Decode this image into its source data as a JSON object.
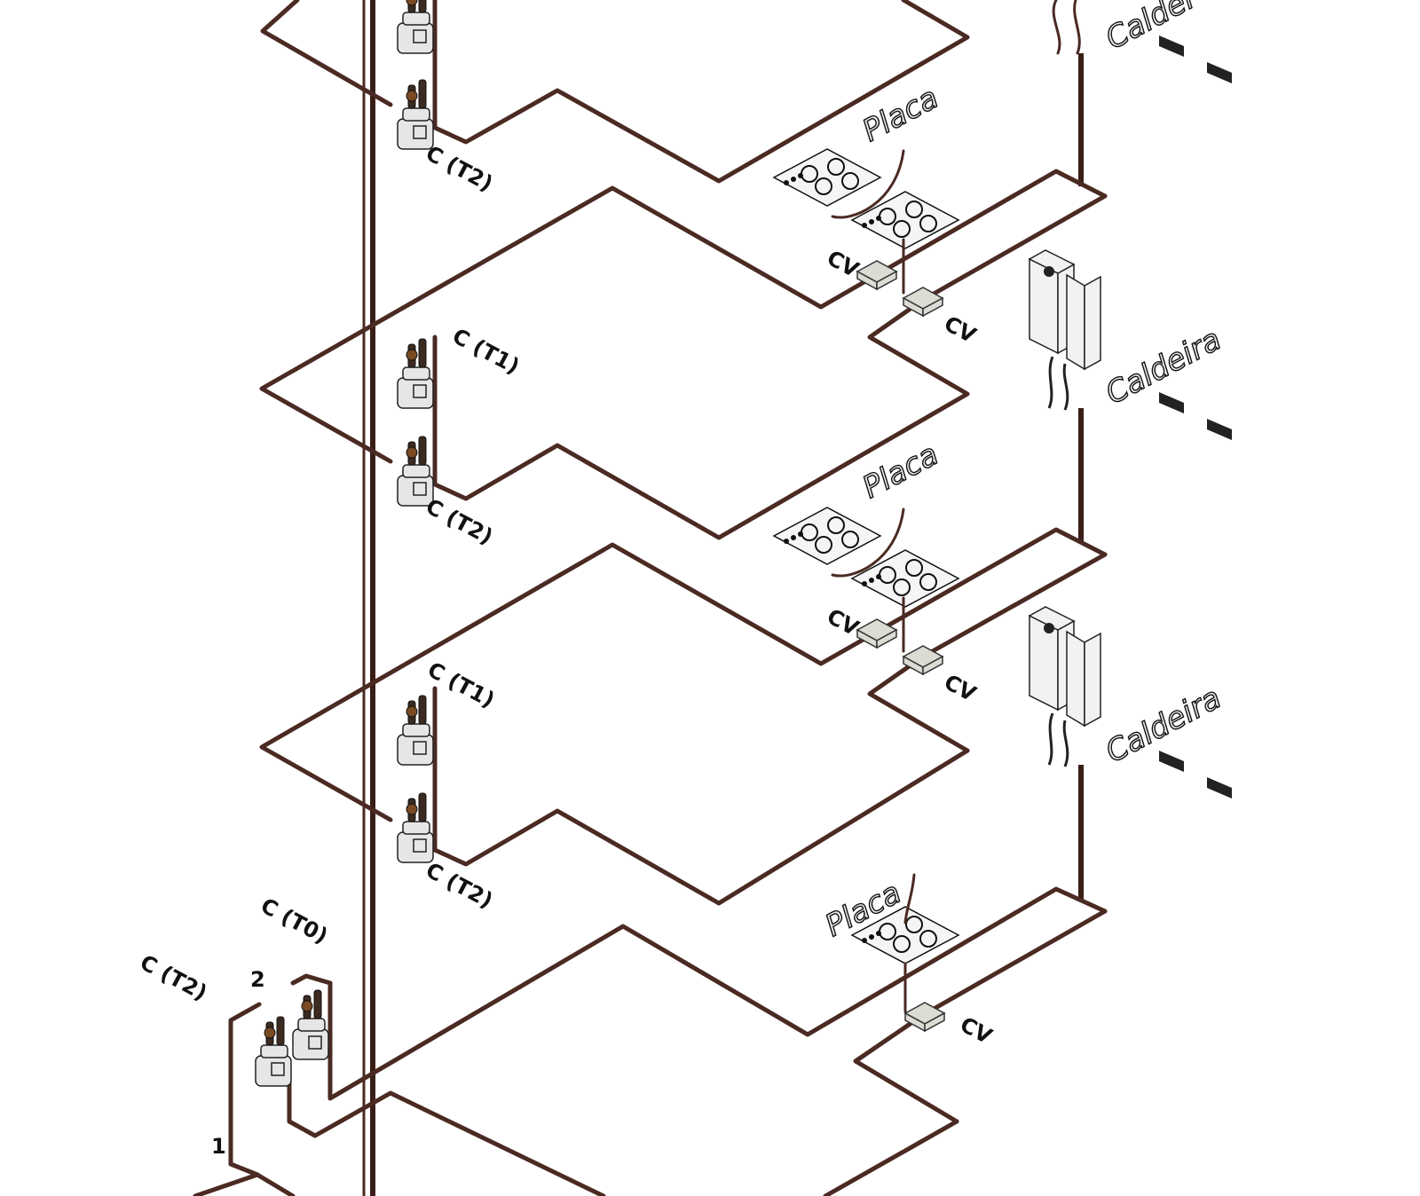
{
  "labels": {
    "meter_t1": "C (T1)",
    "meter_t2": "C (T2)",
    "meter_t0": "C (T0)",
    "valve_box": "CV",
    "hob": "Placa",
    "boiler": "Caldeira",
    "top_boiler_partial": "Caldei",
    "node_1": "1",
    "node_2": "2"
  }
}
